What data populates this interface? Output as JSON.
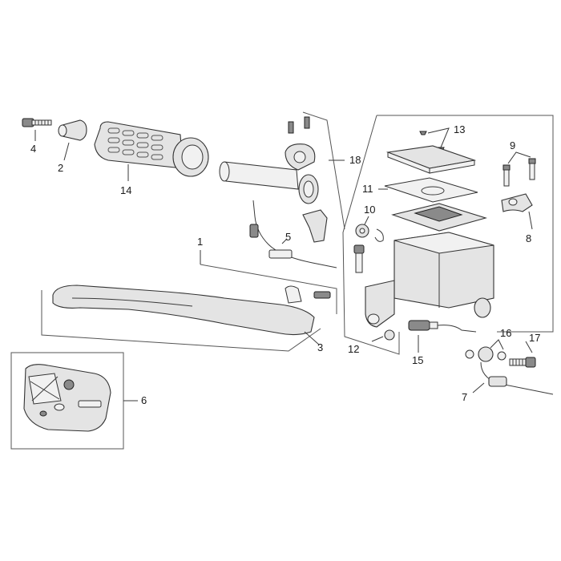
{
  "callouts": {
    "c1": "1",
    "c2": "2",
    "c3": "3",
    "c4": "4",
    "c5": "5",
    "c6": "6",
    "c7": "7",
    "c8": "8",
    "c9": "9",
    "c10": "10",
    "c11": "11",
    "c12": "12",
    "c13": "13",
    "c14": "14",
    "c15": "15",
    "c16": "16",
    "c17": "17",
    "c18": "18"
  },
  "colors": {
    "line": "#3a3a3a",
    "part_fill": "#e4e4e4",
    "background": "#ffffff"
  }
}
